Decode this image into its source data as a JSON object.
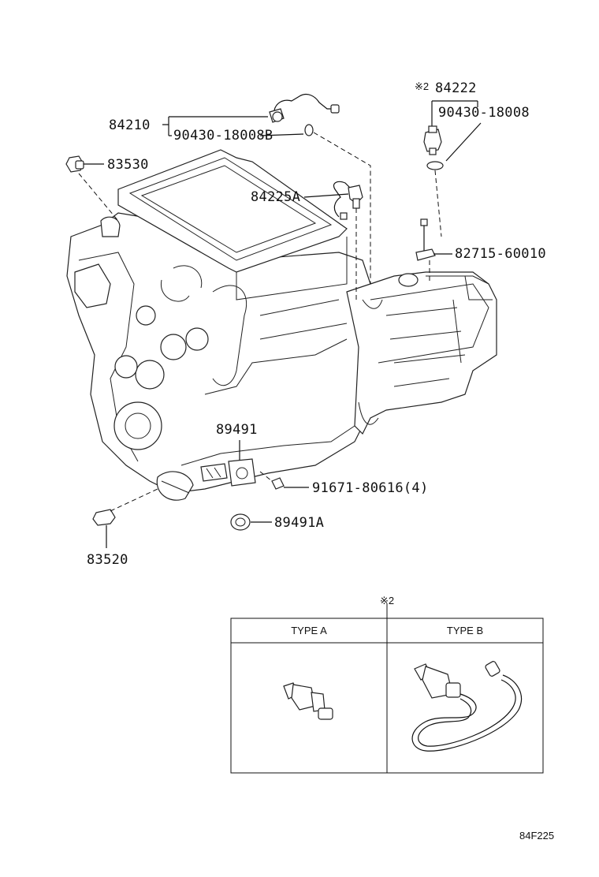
{
  "parts": {
    "p84210": "84210",
    "p90430_18008b": "90430-18008B",
    "p83530": "83530",
    "p84225a": "84225A",
    "note_mark_1": "※2",
    "p84222": "84222",
    "p90430_18008": "90430-18008",
    "p82715": "82715-60010",
    "p89491": "89491",
    "p91671": "91671-80616(4)",
    "p89491a": "89491A",
    "p83520": "83520"
  },
  "type_table": {
    "note_mark": "※2",
    "type_a_label": "TYPE A",
    "type_b_label": "TYPE B"
  },
  "figure_code": "84F225",
  "icons": [
    "oil-pressure-switch-icon",
    "sensor-with-lead-icon",
    "gasket-icon",
    "bolt-icon"
  ]
}
